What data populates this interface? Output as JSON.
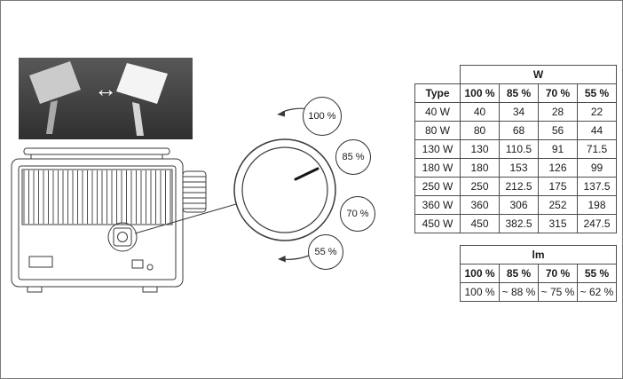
{
  "top_image": {
    "arrow": "↔"
  },
  "dial": {
    "levels": [
      {
        "label": "100 %"
      },
      {
        "label": "85 %"
      },
      {
        "label": "70 %"
      },
      {
        "label": "55 %"
      }
    ]
  },
  "w_table": {
    "title": "W",
    "type_header": "Type",
    "percent_headers": [
      "100 %",
      "85 %",
      "70 %",
      "55 %"
    ],
    "rows": [
      {
        "type": "40 W",
        "values": [
          "40",
          "34",
          "28",
          "22"
        ]
      },
      {
        "type": "80 W",
        "values": [
          "80",
          "68",
          "56",
          "44"
        ]
      },
      {
        "type": "130 W",
        "values": [
          "130",
          "110.5",
          "91",
          "71.5"
        ]
      },
      {
        "type": "180 W",
        "values": [
          "180",
          "153",
          "126",
          "99"
        ]
      },
      {
        "type": "250 W",
        "values": [
          "250",
          "212.5",
          "175",
          "137.5"
        ]
      },
      {
        "type": "360 W",
        "values": [
          "360",
          "306",
          "252",
          "198"
        ]
      },
      {
        "type": "450 W",
        "values": [
          "450",
          "382.5",
          "315",
          "247.5"
        ]
      }
    ]
  },
  "lm_table": {
    "title": "lm",
    "percent_headers": [
      "100 %",
      "85 %",
      "70 %",
      "55 %"
    ],
    "values": [
      "100 %",
      "~ 88 %",
      "~ 75 %",
      "~ 62 %"
    ]
  }
}
